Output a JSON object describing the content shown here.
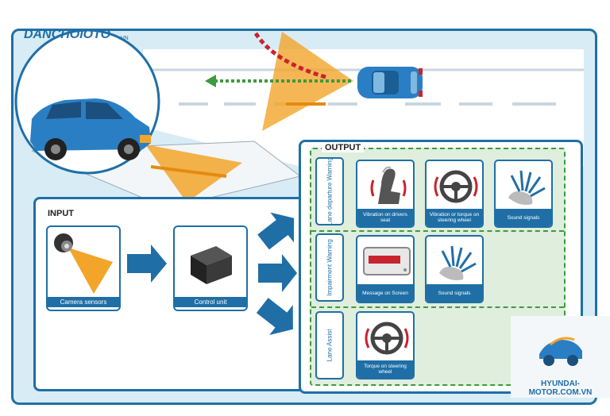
{
  "logo": {
    "name": "DANCHOIOTO",
    "suffix": ".VN"
  },
  "input": {
    "heading": "INPUT",
    "camera_label": "Camera sensors",
    "control_label": "Control unit"
  },
  "output": {
    "heading": "OUTPUT",
    "rows": [
      {
        "label": "Lane departure Warning",
        "items": [
          "Vibration on drivers seat",
          "Vibration or torque on steering wheel",
          "Sound signals"
        ]
      },
      {
        "label": "Impairment Warning",
        "items": [
          "Message on Screen",
          "Sound signals"
        ]
      },
      {
        "label": "Lane Assist",
        "items": [
          "Torque on steering wheel"
        ]
      }
    ]
  },
  "watermark": {
    "text": "HYUNDAI-MOTOR.COM.VN"
  },
  "colors": {
    "primary": "#1f6fa6",
    "car": "#2a7fc4",
    "warning": "#f3a52a",
    "green": "#3e9a3e",
    "red": "#c9232e"
  }
}
